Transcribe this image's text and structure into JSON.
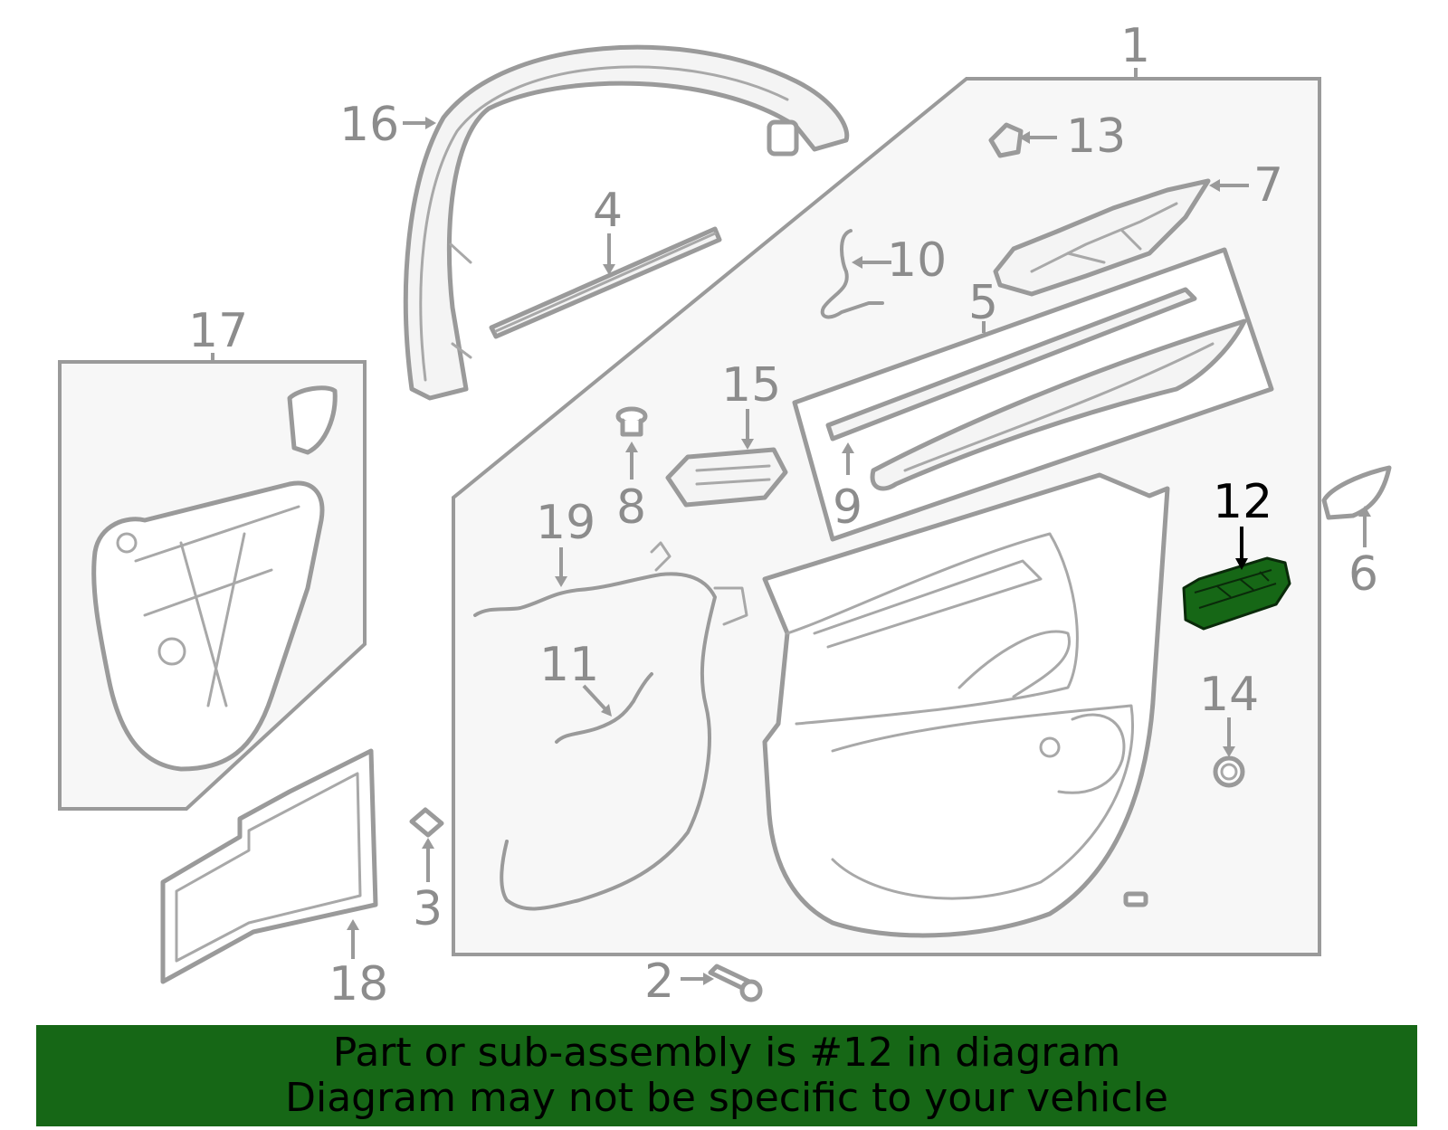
{
  "diagram": {
    "callouts": [
      "1",
      "2",
      "3",
      "4",
      "5",
      "6",
      "7",
      "8",
      "9",
      "10",
      "11",
      "12",
      "13",
      "14",
      "15",
      "16",
      "17",
      "18",
      "19"
    ],
    "highlighted_callout": "12",
    "highlight_color": "#166716",
    "callout_color": "#8c8c8c"
  },
  "banner": {
    "line1": "Part or sub-assembly is #12 in diagram",
    "line2": "Diagram may not be specific to your vehicle",
    "background": "#166716"
  }
}
